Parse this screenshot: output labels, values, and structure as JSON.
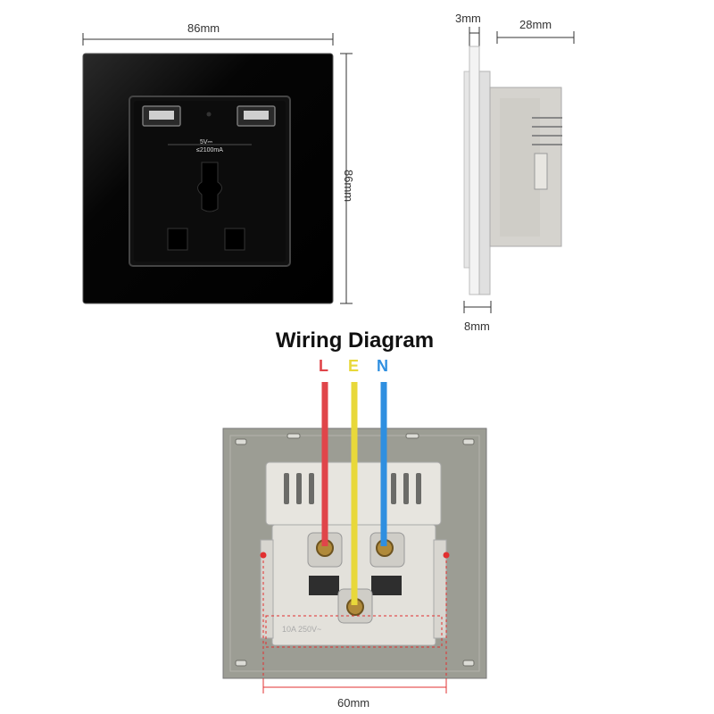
{
  "front_view": {
    "width_label": "86mm",
    "height_label": "86mm",
    "usb_rating_line1": "5V⎓",
    "usb_rating_line2": "≤2100mA"
  },
  "side_view": {
    "top_thickness_label": "3mm",
    "depth_label": "28mm",
    "bottom_thickness_label": "8mm"
  },
  "wiring": {
    "title": "Wiring Diagram",
    "live": {
      "label": "L",
      "color": "#e0454a"
    },
    "earth": {
      "label": "E",
      "color": "#e8d83a"
    },
    "neutral": {
      "label": "N",
      "color": "#2f8fe0"
    },
    "rating": "10A 250V~",
    "hole_spacing_label": "60mm"
  },
  "colors": {
    "glass_panel": "#050505",
    "socket_body": "#e6e3dc",
    "back_frame": "#9c9d94",
    "dimension_line": "#333333",
    "screw_hole_red": "#e23030"
  }
}
